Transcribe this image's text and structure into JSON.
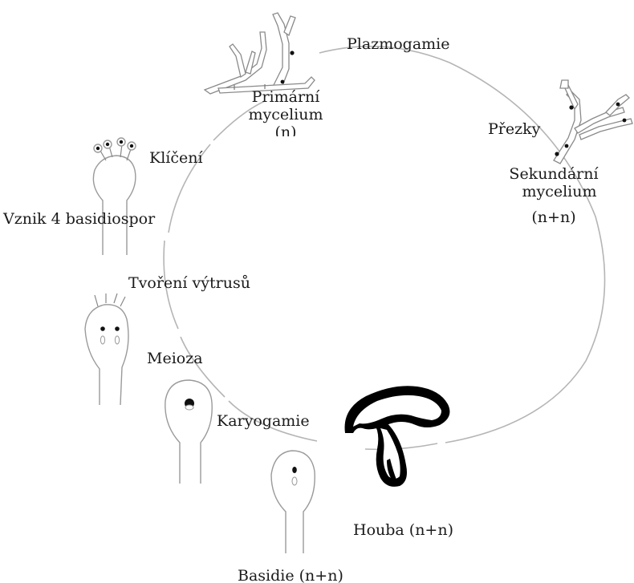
{
  "labels": {
    "plazmogamie": "Plazmogamie",
    "primarni_1": "Primární",
    "primarni_2": "mycelium",
    "primarni_3": "(n)",
    "prezky": "Přezky",
    "sekundarni_1": "Sekundární",
    "sekundarni_2": "mycelium",
    "sekundarni_3": "(n+n)",
    "kliceni": "Klíčení",
    "vznik": "Vznik 4 basidiospor",
    "tvoreni": "Tvoření výtrusů",
    "meioza": "Meioza",
    "karyogamie": "Karyogamie",
    "houba": "Houba (n+n)",
    "basidie": "Basidie (n+n)"
  },
  "colors": {
    "cycle_line": "#b5b5b5",
    "outline": "#9a9a9a",
    "mushroom": "#000000"
  }
}
